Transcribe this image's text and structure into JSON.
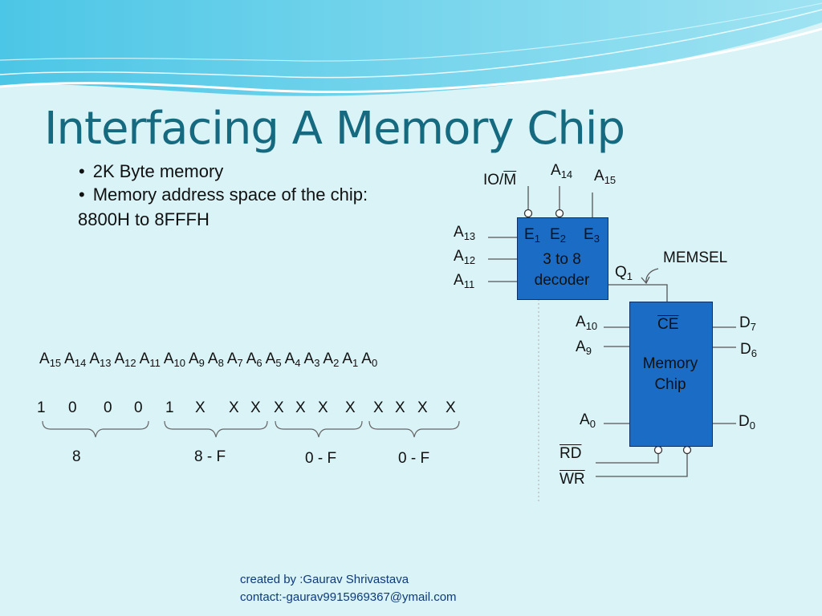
{
  "slide": {
    "title": "Interfacing A Memory Chip",
    "bullets": [
      "2K Byte memory",
      "Memory address space of the chip:"
    ],
    "address_range": "8800H to 8FFFH"
  },
  "decoder": {
    "inputs_top": [
      {
        "pin": "IO/",
        "pin_bar": "M"
      },
      {
        "pin": "A",
        "sub": "14"
      },
      {
        "pin": "A",
        "sub": "15"
      }
    ],
    "inputs_left": [
      {
        "pin": "A",
        "sub": "13"
      },
      {
        "pin": "A",
        "sub": "12"
      },
      {
        "pin": "A",
        "sub": "11"
      }
    ],
    "enables": [
      {
        "pin": "E",
        "sub": "1"
      },
      {
        "pin": "E",
        "sub": "2"
      },
      {
        "pin": "E",
        "sub": "3"
      }
    ],
    "label_line1": "3 to 8",
    "label_line2": "decoder",
    "output": {
      "pin": "Q",
      "sub": "1"
    },
    "output_signal": "MEMSEL"
  },
  "memory_chip": {
    "chip_enable": "CE",
    "label_line1": "Memory",
    "label_line2": "Chip",
    "address_pins": [
      {
        "pin": "A",
        "sub": "10"
      },
      {
        "pin": "A",
        "sub": "9"
      },
      {
        "pin": "A",
        "sub": "0"
      }
    ],
    "data_pins": [
      {
        "pin": "D",
        "sub": "7"
      },
      {
        "pin": "D",
        "sub": "6"
      },
      {
        "pin": "D",
        "sub": "0"
      }
    ],
    "control_pins": [
      "RD",
      "WR"
    ]
  },
  "address_table": {
    "lines": [
      "15",
      "14",
      "13",
      "12",
      "11",
      "10",
      "9",
      "8",
      "7",
      "6",
      "5",
      "4",
      "3",
      "2",
      "1",
      "0"
    ],
    "line_prefix": "A",
    "bits": [
      "1",
      "0",
      "0",
      "0",
      "1",
      "X",
      "X",
      "X",
      "X",
      "X",
      "X",
      "X",
      "X",
      "X",
      "X",
      "X"
    ],
    "groups": [
      "8",
      "8 - F",
      "0 - F",
      "0 - F"
    ]
  },
  "footer": {
    "created_by": "created by :Gaurav Shrivastava",
    "contact": "contact:-gaurav9915969367@ymail.com"
  },
  "colors": {
    "title": "#156a80",
    "block_fill": "#1a6cc4",
    "background": "#d9f3f7"
  }
}
